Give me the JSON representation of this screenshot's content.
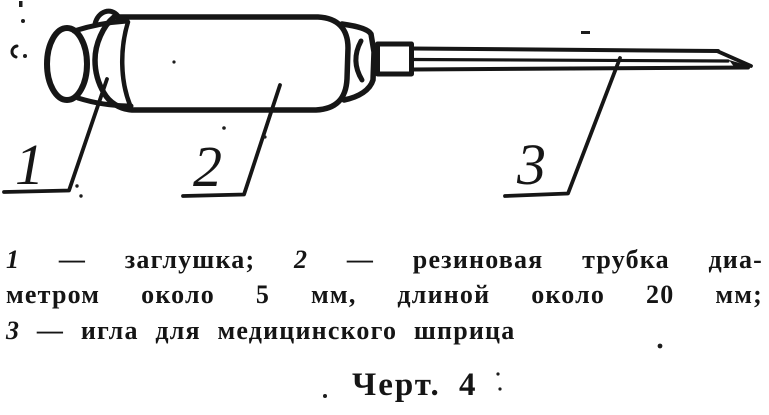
{
  "page": {
    "kind": "scanned technical drawing",
    "paper_color": "#ffffff",
    "ink_color": "#161616"
  },
  "figure": {
    "labels": [
      {
        "id": "1"
      },
      {
        "id": "2"
      },
      {
        "id": "3"
      }
    ]
  },
  "caption": {
    "line1": {
      "ref1": "1",
      "dash1": "—",
      "item1": "заглушка;",
      "ref2": "2",
      "dash2": "—",
      "item2": "резиновая трубка диа-"
    },
    "line2": "метром около 5 мм, длиной около 20 мм;",
    "line3": {
      "ref3": "3",
      "dash3": "—",
      "item3": "игла для медицинского шприца"
    },
    "figure_number": "Черт. 4"
  }
}
